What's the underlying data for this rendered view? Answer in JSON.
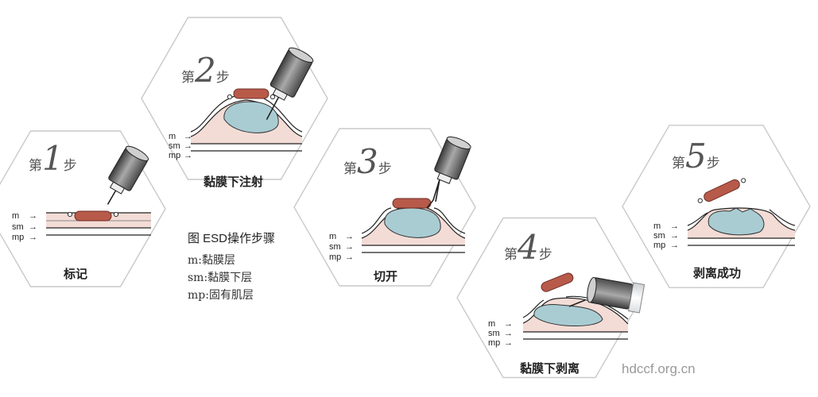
{
  "steps": [
    {
      "prefix": "第",
      "num": "1",
      "suffix": "步",
      "caption": "标记"
    },
    {
      "prefix": "第",
      "num": "2",
      "suffix": "步",
      "caption": "黏膜下注射"
    },
    {
      "prefix": "第",
      "num": "3",
      "suffix": "步",
      "caption": "切开"
    },
    {
      "prefix": "第",
      "num": "4",
      "suffix": "步",
      "caption": "黏膜下剥离"
    },
    {
      "prefix": "第",
      "num": "5",
      "suffix": "步",
      "caption": "剥离成功"
    }
  ],
  "layers": {
    "m": "m",
    "sm": "sm",
    "mp": "mp",
    "arrow": "→"
  },
  "legend": {
    "title": "图 ESD操作步骤",
    "lines": [
      "m:黏膜层",
      "sm:黏膜下层",
      "mp:固有肌层"
    ]
  },
  "watermark": "hdccf.org.cn",
  "colors": {
    "outline": "#c9c9c9",
    "lesion": "#b85a4a",
    "fluid": "#a9ccd3",
    "tissue": "#f3dcd6",
    "mucosa": "#f4efe2",
    "instrument_dark": "#3c3c3c",
    "instrument_light": "#9a9a9a"
  }
}
